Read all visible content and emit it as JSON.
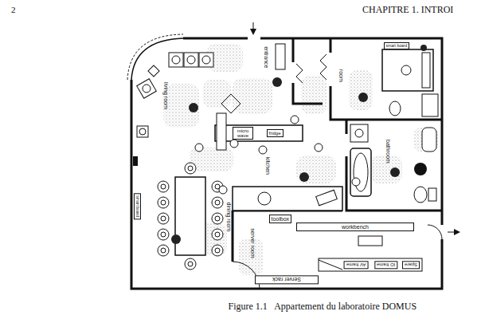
{
  "diagram": {
    "caption": "Figure 1.1   Appartement du laboratoire DOMUS",
    "nodes": [
      {
        "text": [
          "micro wave"
        ]
      },
      {
        "text": [
          "fridge"
        ]
      },
      {
        "text": [
          "toolbox"
        ]
      },
      {
        "text": [
          "workbench"
        ]
      },
      {
        "text": [
          "Server rack"
        ]
      },
      {
        "text": [
          "AV frame"
        ]
      },
      {
        "text": [
          "IO frame"
        ]
      },
      {
        "text": [
          "Spare"
        ]
      },
      {
        "text": [
          "smart board"
        ]
      },
      {
        "text": [
          "smart board"
        ]
      }
    ],
    "labels": [
      "2",
      "CHAPITRE 1. INTROI",
      "entrance",
      "room",
      "living room",
      "kitchen",
      "dining room",
      "bathroom",
      "server room"
    ]
  }
}
